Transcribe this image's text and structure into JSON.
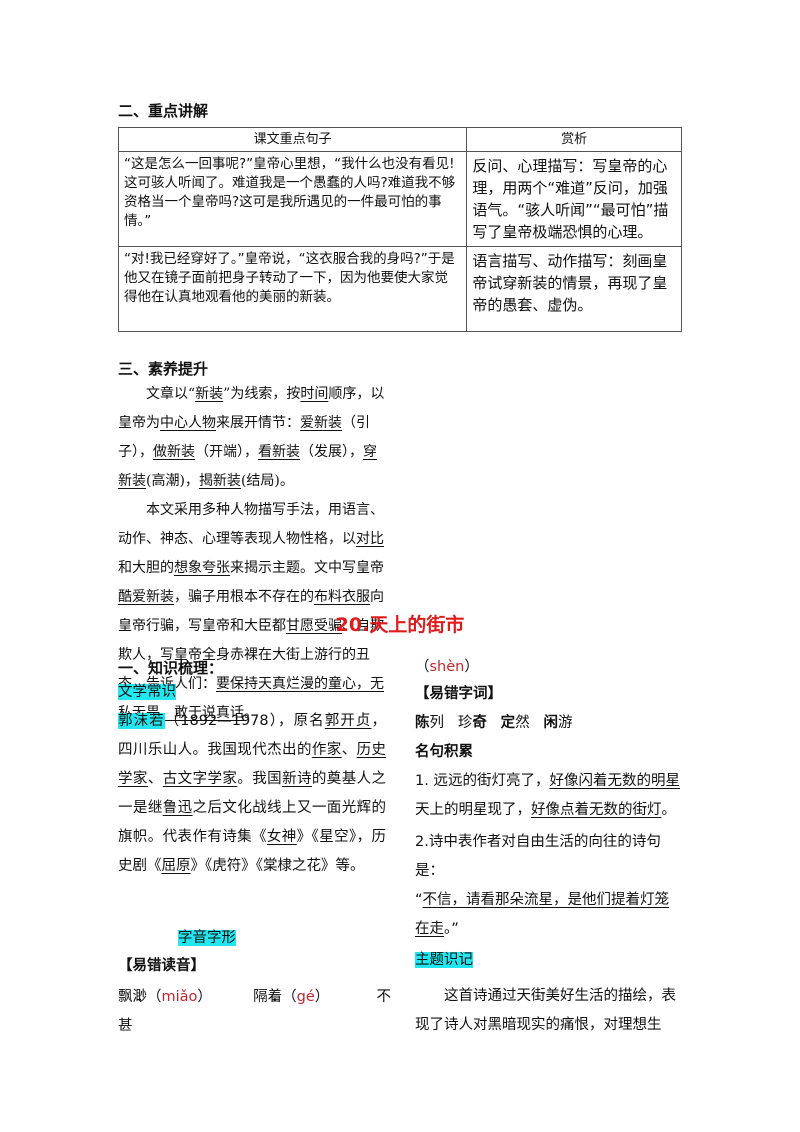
{
  "section2": {
    "heading": "二、重点讲解",
    "table": {
      "headers": [
        "课文重点句子",
        "赏析"
      ],
      "rows": [
        {
          "sentence": "“这是怎么一回事呢?”皇帝心里想，“我什么也没有看见!这可骇人听闻了。难道我是一个愚蠢的人吗?难道我不够资格当一个皇帝吗?这可是我所遇见的一件最可怕的事情。”",
          "analysis": "反问、心理描写：写皇帝的心理，用两个“难道”反问，加强语气。“骇人听闻”“最可怕”描写了皇帝极端恐惧的心理。"
        },
        {
          "sentence": "“对!我已经穿好了。”皇帝说，“这衣服合我的身吗?”于是他又在镜子面前把身子转动了一下，因为他要使大家觉得他在认真地观看他的美丽的新装。",
          "analysis": "语言描写、动作描写：刻画皇帝试穿新装的情景，再现了皇帝的愚套、虚伪。"
        }
      ]
    }
  },
  "section3": {
    "heading": "三、素养提升",
    "p1": {
      "t1": "文章以“",
      "u1": "新装",
      "t2": "”为线索，按",
      "u2": "时间",
      "t3": "顺序，以皇帝为",
      "u3": "中心人物",
      "t4": "来展开情节：",
      "u4": "爱新装",
      "t5": "（引子），",
      "u5": "做新装",
      "t6": "（开端），",
      "u6": "看新装",
      "t7": "（发展），",
      "u7": "穿新装",
      "t8": "(高潮)，",
      "u8": "揭新装",
      "t9": "(结局)。"
    },
    "p2": {
      "t1": "本文采用多种人物描写手法，用语言、动作、神态、心理等表现人物性格，以",
      "u1": "对比",
      "t2": "和大胆的",
      "u2": "想象夸张",
      "t3": "来揭示主题。文中写皇帝",
      "u3": "酷爱新装",
      "t4": "，骗子用根本不存在的",
      "u4": "布料衣服",
      "t5": "向皇帝行骗，写皇帝和大臣都",
      "u5": "甘愿受骗",
      "t6": "、自欺欺人，写皇帝全身赤裸在大街上游行的丑态，告诉人们：",
      "u6": "要保持天真烂漫的童心，无私无畏，敢于说真话",
      "t7": "。"
    }
  },
  "lesson20": {
    "title": "20.天上的街市",
    "knowledge_heading": "一、知识梳理：",
    "literary_label": "文学常识",
    "bio": {
      "name": "郭沫若",
      "t1": "（1892—1978），原名",
      "u1": "郭开贞",
      "t2": "，四川乐山人。我国现代杰出的",
      "u2": "作家",
      "t3": "、",
      "u3": "历史学家",
      "t4": "、",
      "u4": "古文字学家",
      "t5": "。我国",
      "u5": "新诗",
      "t6": "的奠基人之一是继",
      "u6": "鲁迅",
      "t7": "之后文化战线上又一面光辉的旗帜。代表作有诗集《",
      "u7": "女神",
      "t8": "》《星空》，历史剧《",
      "u8": "屈原",
      "t9": "》《虎符》《棠棣之花》等。"
    },
    "zhiyin_label": "字音字形",
    "pron_heading": "【易错读音】",
    "pron": {
      "w1a": "飘",
      "w1b": "渺",
      "p1": "miǎo",
      "w2a": "隔",
      "w2b": "着",
      "p2": "gé",
      "w3": "不甚",
      "p3": "shèn"
    },
    "typo_heading": "【易错字词】",
    "typos": {
      "a1": "陈",
      "a2": "列",
      "b1": "珍",
      "b2": "奇",
      "c1": "定",
      "c2": "然",
      "d1": "闲",
      "d2": "游"
    },
    "quotes_heading": "名句积累",
    "q1": {
      "num": "1. ",
      "t1": "远远的街灯亮了，",
      "u1": "好像闪着无数的明星",
      "t2": "天上的明星现了，",
      "u2": "好像点着无数的街灯",
      "t3": "。"
    },
    "q2": {
      "t1": "2.诗中表作者对自由生活的向往的诗句是：",
      "t2": "“",
      "u1": "不信，请看那朵流星，是他们提着灯笼在走",
      "t3": "。”"
    },
    "theme_label": "主题识记",
    "theme_text": "这首诗通过天街美好生活的描绘，表现了诗人对黑暗现实的痛恨，对理想生"
  }
}
